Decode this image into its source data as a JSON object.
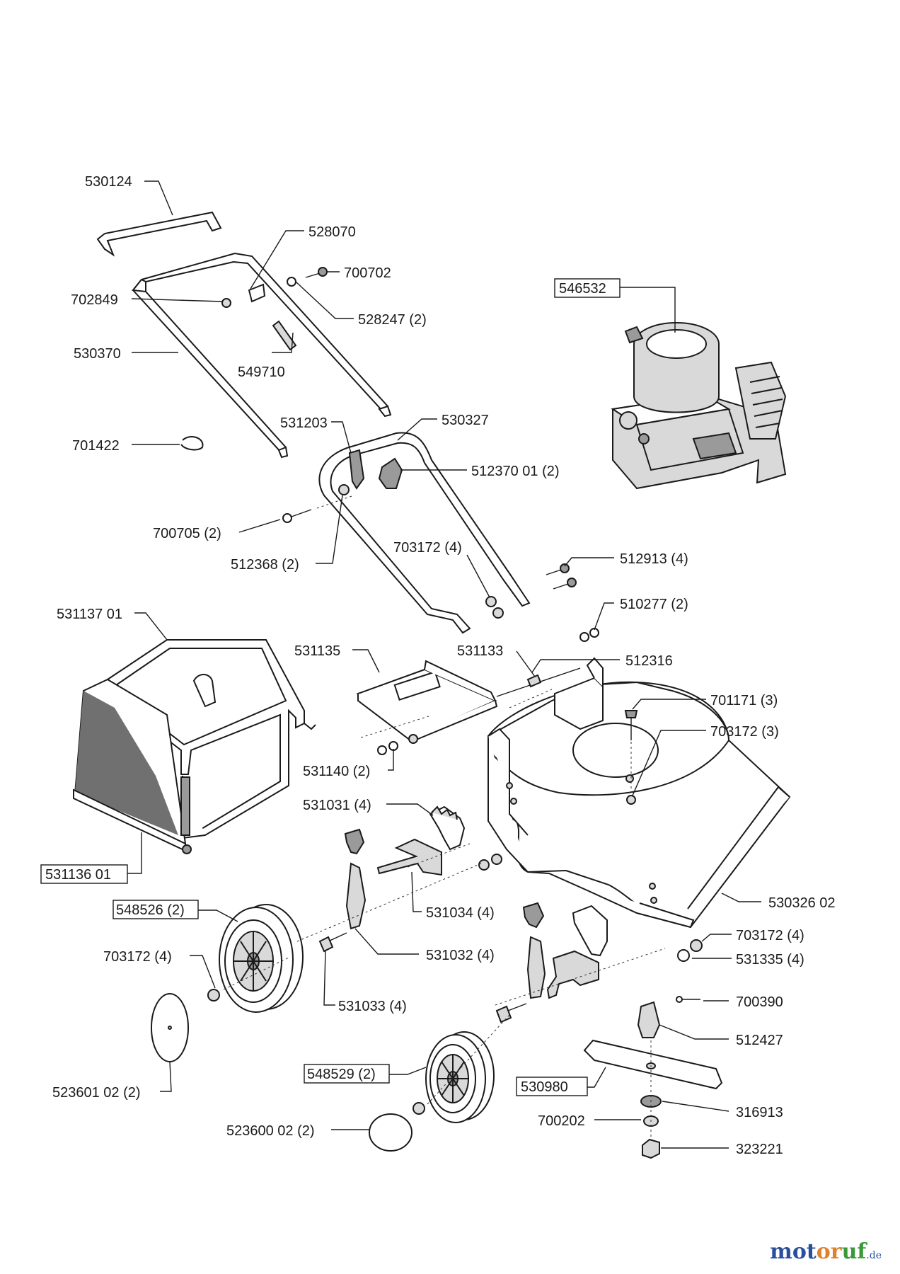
{
  "labels": {
    "l530124": "530124",
    "l528070": "528070",
    "l700702": "700702",
    "l702849": "702849",
    "l528247": "528247 (2)",
    "l530370": "530370",
    "l549710": "549710",
    "l546532": "546532",
    "l531203": "531203",
    "l530327": "530327",
    "l701422": "701422",
    "l512370": "512370 01 (2)",
    "l700705": "700705 (2)",
    "l512368": "512368 (2)",
    "l703172a": "703172 (4)",
    "l512913": "512913 (4)",
    "l531137": "531137 01",
    "l510277": "510277 (2)",
    "l531135": "531135",
    "l531133": "531133",
    "l512316": "512316",
    "l701171": "701171 (3)",
    "l703172b": "703172 (3)",
    "l531140": "531140 (2)",
    "l531031": "531031 (4)",
    "l531136": "531136 01",
    "l548526": "548526 (2)",
    "l531034": "531034 (4)",
    "l530326": "530326 02",
    "l703172c": "703172 (4)",
    "l703172d": "703172 (4)",
    "l531032": "531032 (4)",
    "l531335": "531335 (4)",
    "l531033": "531033 (4)",
    "l700390": "700390",
    "l512427": "512427",
    "l548529": "548529 (2)",
    "l530980": "530980",
    "l523601": "523601 02 (2)",
    "l316913": "316913",
    "l700202": "700202",
    "l523600": "523600 02 (2)",
    "l323221": "323221"
  },
  "logo": {
    "part1": "mot",
    "part2": "or",
    "part3": "uf",
    "suffix": ".de"
  },
  "colors": {
    "logo_blue": "#2a4e9e",
    "logo_orange": "#e0802a",
    "logo_green": "#3a9a3a"
  }
}
